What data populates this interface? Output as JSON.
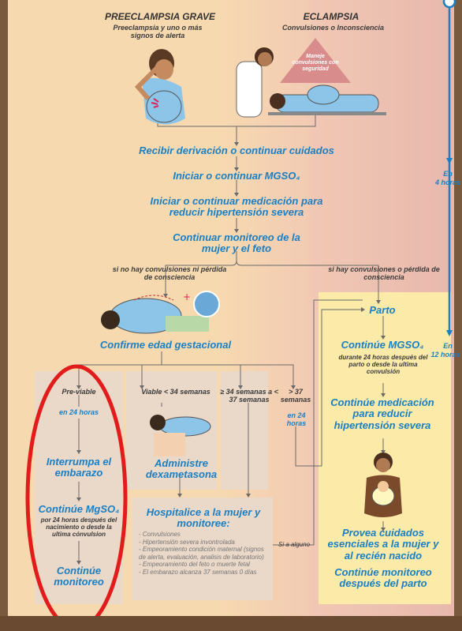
{
  "left_column": {
    "title": "PREECLAMPSIA GRAVE",
    "subtitle": "Preeclampsia y uno o más signos de alerta"
  },
  "right_column": {
    "title": "ECLAMPSIA",
    "subtitle": "Convulsiones o Inconsciencia",
    "warning": "Maneje convulsiones con seguridad"
  },
  "steps": {
    "s1": "Recibir derivación o continuar cuidados",
    "s2": "Iniciar o continuar MGSO₄",
    "s3": "Iniciar o continuar medicación para reducir hipertensión severa",
    "s4": "Continuar monitoreo de la mujer y el feto"
  },
  "branches": {
    "no_convulsions": "si no hay convulsiones ni pérdida de consciencia",
    "convulsions": "si hay convulsiones o pérdida de consciencia"
  },
  "timers": {
    "t1_word": "En",
    "t1_value": "4 horas",
    "t2_word": "En",
    "t2_value": "12 horas"
  },
  "gestational": {
    "confirm": "Confirme edad gestacional",
    "pre_viable": "Pre-viable",
    "in24": "en 24 horas",
    "lt34": "Viable < 34 semanas",
    "b34_37": "≥ 34 semanas a < 37 semanas",
    "gt37": "> 37 semanas",
    "gt37_in24": "en 24 horas"
  },
  "previable": {
    "interrupt": "Interrumpa el embarazo",
    "continue_mgso4": "Continúe MgSO₄",
    "continue_mgso4_detail": "por 24 horas después del nacimiento o desde la ultima cónvulsion",
    "continue_monitoring": "Continúe monitoreo"
  },
  "dexa": "Administre dexametasona",
  "hospitalize": {
    "title": "Hospitalice a la mujer y monitoree:",
    "items": [
      "- Convulsiones",
      "- Hipertensión severa invontrolada",
      "- Empeoramiento condición maternal (signos de alerta, evaluación, analisis de laboratorio)",
      "- Empeoramiento del feto o muerte fetal",
      "- El embarazo alcanza 37 semanas 0 días"
    ],
    "if_any": "Si a alguno"
  },
  "right_flow": {
    "parto": "Parto",
    "continue_mgso4": "Continúe MGSO₄",
    "continue_mgso4_detail": "durante 24 horas después del parto o desde la ultima convulsión",
    "continue_medication": "Continúe medicación para reducir hipertensión severa",
    "essential_care": "Provea cuidados esenciales a la mujer y al recién nacido",
    "postpartum_monitoring": "Continúe monitoreo después del parto"
  }
}
